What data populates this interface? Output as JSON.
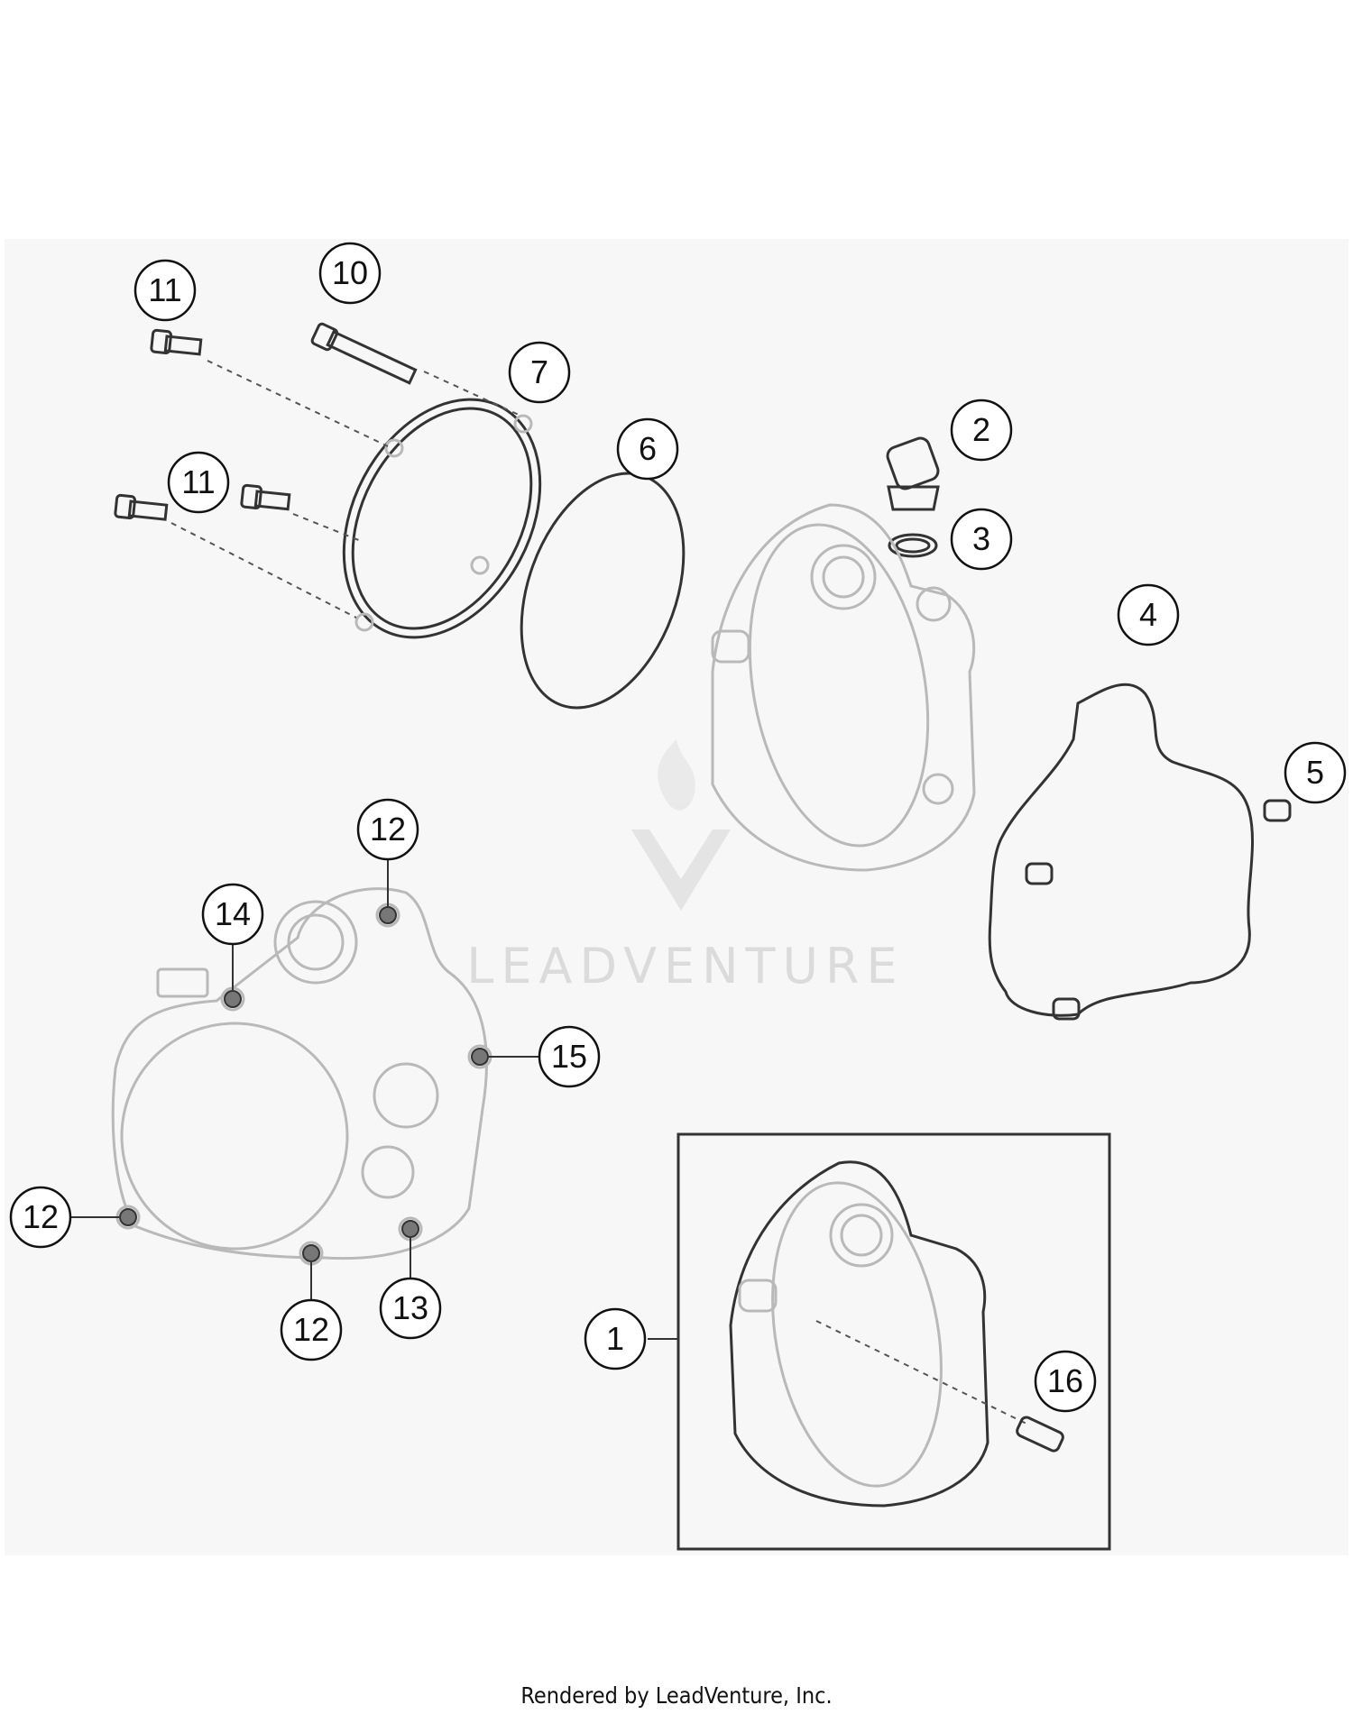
{
  "callouts": {
    "c1": "1",
    "c2": "2",
    "c3": "3",
    "c4": "4",
    "c5": "5",
    "c6": "6",
    "c7": "7",
    "c10": "10",
    "c11a": "11",
    "c11b": "11",
    "c12a": "12",
    "c12b": "12",
    "c12c": "12",
    "c13": "13",
    "c14": "14",
    "c15": "15",
    "c16": "16"
  },
  "watermark": "LEADVENTURE",
  "footer": "Rendered by LeadVenture, Inc."
}
